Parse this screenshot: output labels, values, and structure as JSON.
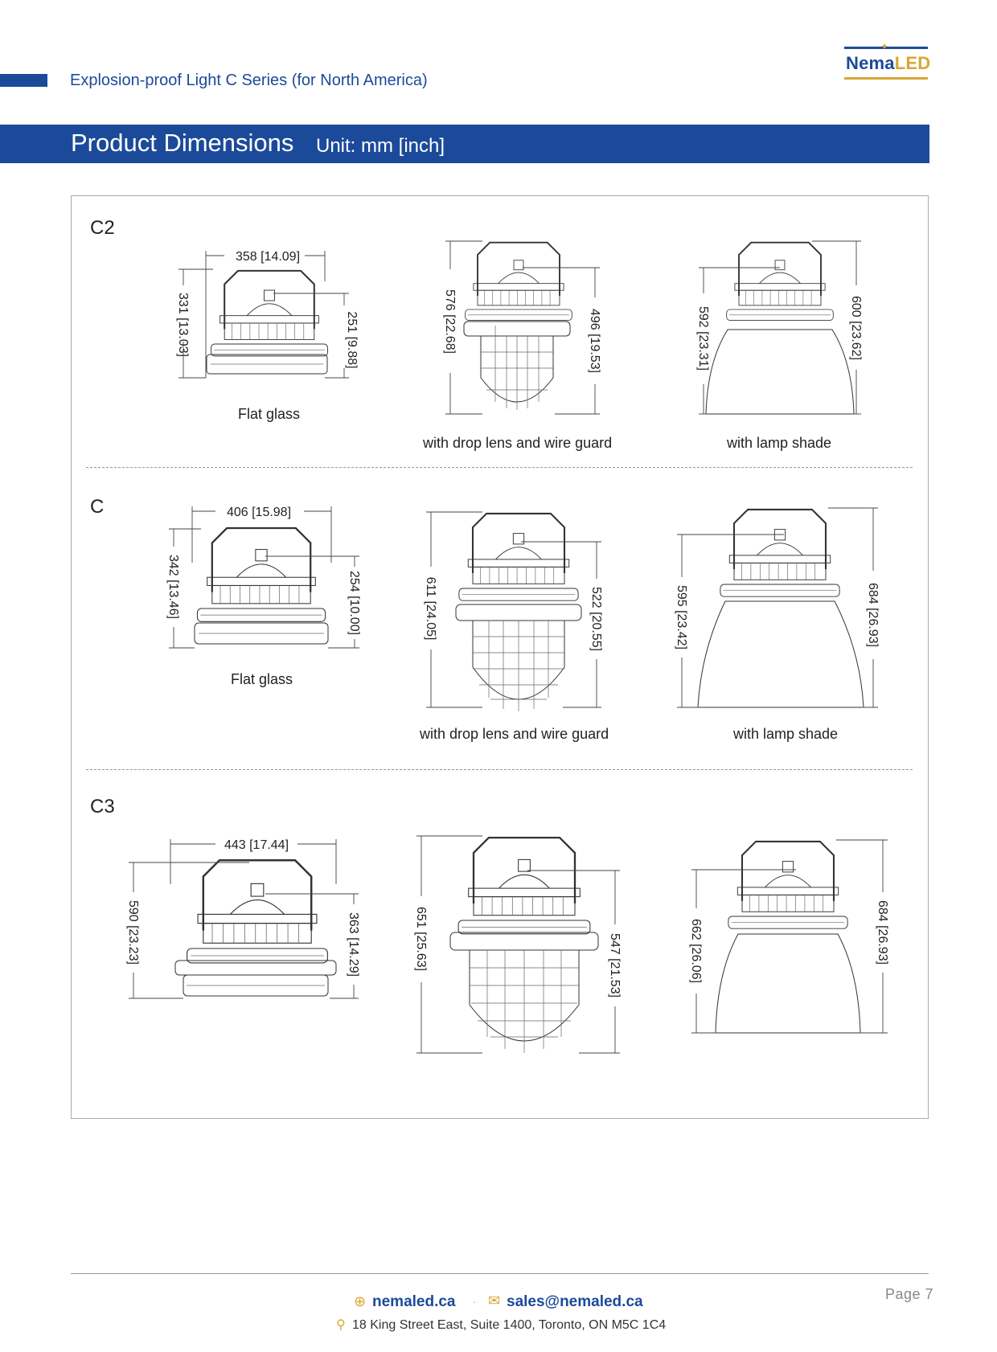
{
  "header": {
    "title": "Explosion-proof Light C Series (for North America)",
    "logo": {
      "part1": "Nema",
      "part2": "LED"
    }
  },
  "band": {
    "title": "Product Dimensions",
    "unit": "Unit: mm [inch]"
  },
  "sections": [
    {
      "name": "C2",
      "variants": [
        {
          "caption": "Flat glass",
          "width": "358 [14.09]",
          "total_height": "331 [13.03]",
          "body_height": "251 [9.88]"
        },
        {
          "caption": "with drop lens and wire guard",
          "total_height": "576 [22.68]",
          "body_height": "496 [19.53]"
        },
        {
          "caption": "with lamp shade",
          "total_height": "592 [23.31]",
          "body_height": "600 [23.62]"
        }
      ]
    },
    {
      "name": "C",
      "variants": [
        {
          "caption": "Flat glass",
          "width": "406 [15.98]",
          "total_height": "342 [13.46]",
          "body_height": "254 [10.00]"
        },
        {
          "caption": "with drop lens and wire guard",
          "total_height": "611 [24.05]",
          "body_height": "522 [20.55]"
        },
        {
          "caption": "with lamp shade",
          "total_height": "595 [23.42]",
          "body_height": "684 [26.93]"
        }
      ]
    },
    {
      "name": "C3",
      "variants": [
        {
          "width": "443 [17.44]",
          "total_height": "590 [23.23]",
          "body_height": "363 [14.29]"
        },
        {
          "total_height": "651 [25.63]",
          "body_height": "547 [21.53]"
        },
        {
          "total_height": "662 [26.06]",
          "body_height": "684 [26.93]"
        }
      ]
    }
  ],
  "footer": {
    "page": "Page 7",
    "website": "nemaled.ca",
    "email": "sales@nemaled.ca",
    "address": "18 King Street East, Suite 1400, Toronto, ON M5C 1C4",
    "icons": {
      "web": "globe-icon",
      "mail": "envelope-icon",
      "location": "location-pin-icon"
    },
    "accent_color": "#d8a733"
  },
  "colors": {
    "brand": "#1c4a9a",
    "accent": "#d8a733"
  }
}
